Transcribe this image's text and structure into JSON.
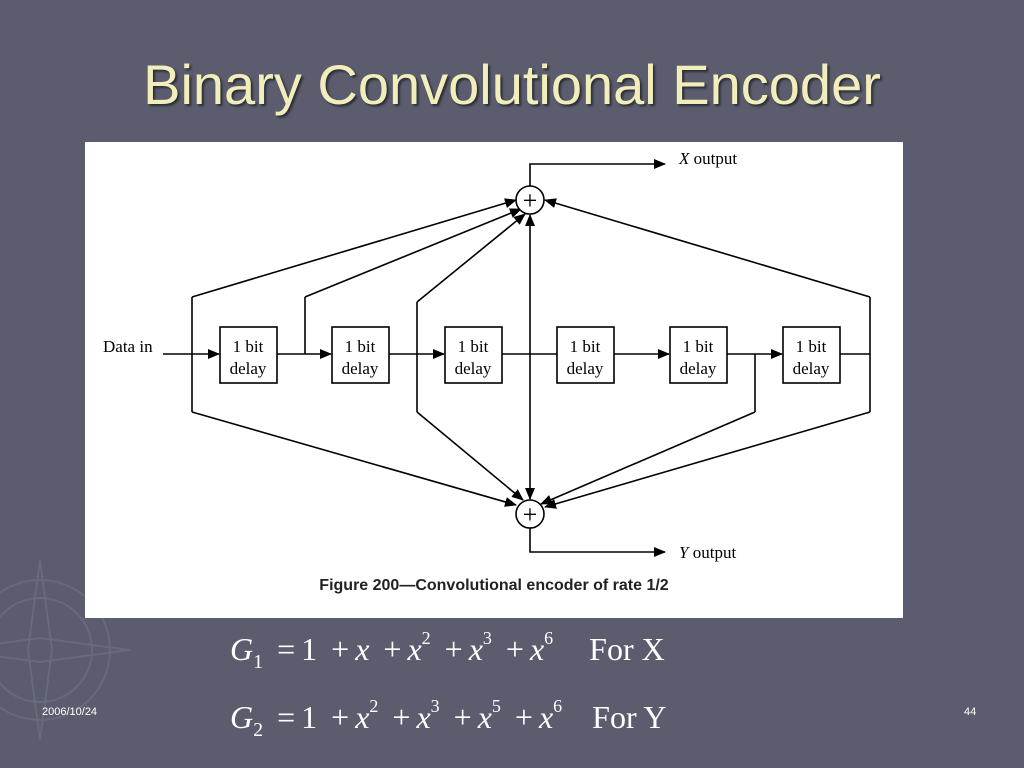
{
  "slide": {
    "title": "Binary Convolutional Encoder",
    "date": "2006/10/24",
    "page_number": "44"
  },
  "diagram": {
    "input_label": "Data in",
    "x_output_var": "X",
    "x_output_word": " output",
    "y_output_var": "Y",
    "y_output_word": " output",
    "adder_symbol": "+",
    "delay_line1": "1 bit",
    "delay_line2": "delay",
    "caption": "Figure 200—Convolutional encoder of rate 1/2"
  },
  "equations": {
    "g1": {
      "symbol": "G",
      "sub": "1",
      "equals": "=",
      "one": "1",
      "plus": "+",
      "var": "x",
      "exps": [
        "2",
        "3",
        "6"
      ],
      "label": "For X"
    },
    "g2": {
      "symbol": "G",
      "sub": "2",
      "equals": "=",
      "one": "1",
      "plus": "+",
      "var": "x",
      "exps": [
        "2",
        "3",
        "5",
        "6"
      ],
      "label": "For Y"
    }
  },
  "colors": {
    "background": "#5b5d6e",
    "title": "#f2eebc"
  }
}
